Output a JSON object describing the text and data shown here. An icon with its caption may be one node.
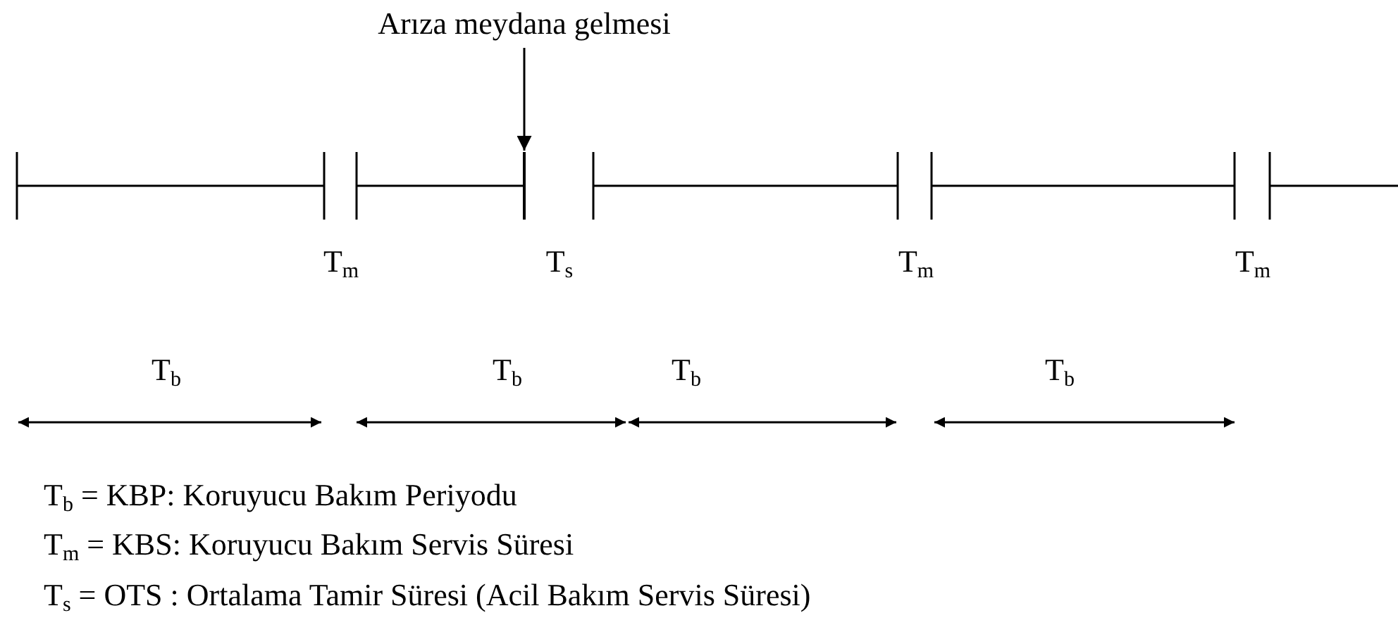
{
  "diagram": {
    "nodes": [
      {
        "text": [
          "Arıza meydana gelmesi"
        ]
      },
      {
        "text": [],
        "shape": "bar"
      }
    ],
    "edges": [
      {
        "from": 0,
        "to": 1,
        "arrow": "to"
      }
    ],
    "labels": [
      "T$_{m}$",
      "T$_{s}$",
      "T$_{m}$",
      "T$_{m}$",
      "T$_{b}$",
      "T$_{b}$",
      "T$_{b}$",
      "T$_{b}$",
      "T$_{b}$ = KBP: Koruyucu Bakım Periyodu",
      "T$_{m}$ = KBS: Koruyucu Bakım Servis Süresi",
      "T$_{s}$ = OTS : Ortalama Tamir Süresi (Acil Bakım Servis Süresi)"
    ]
  }
}
